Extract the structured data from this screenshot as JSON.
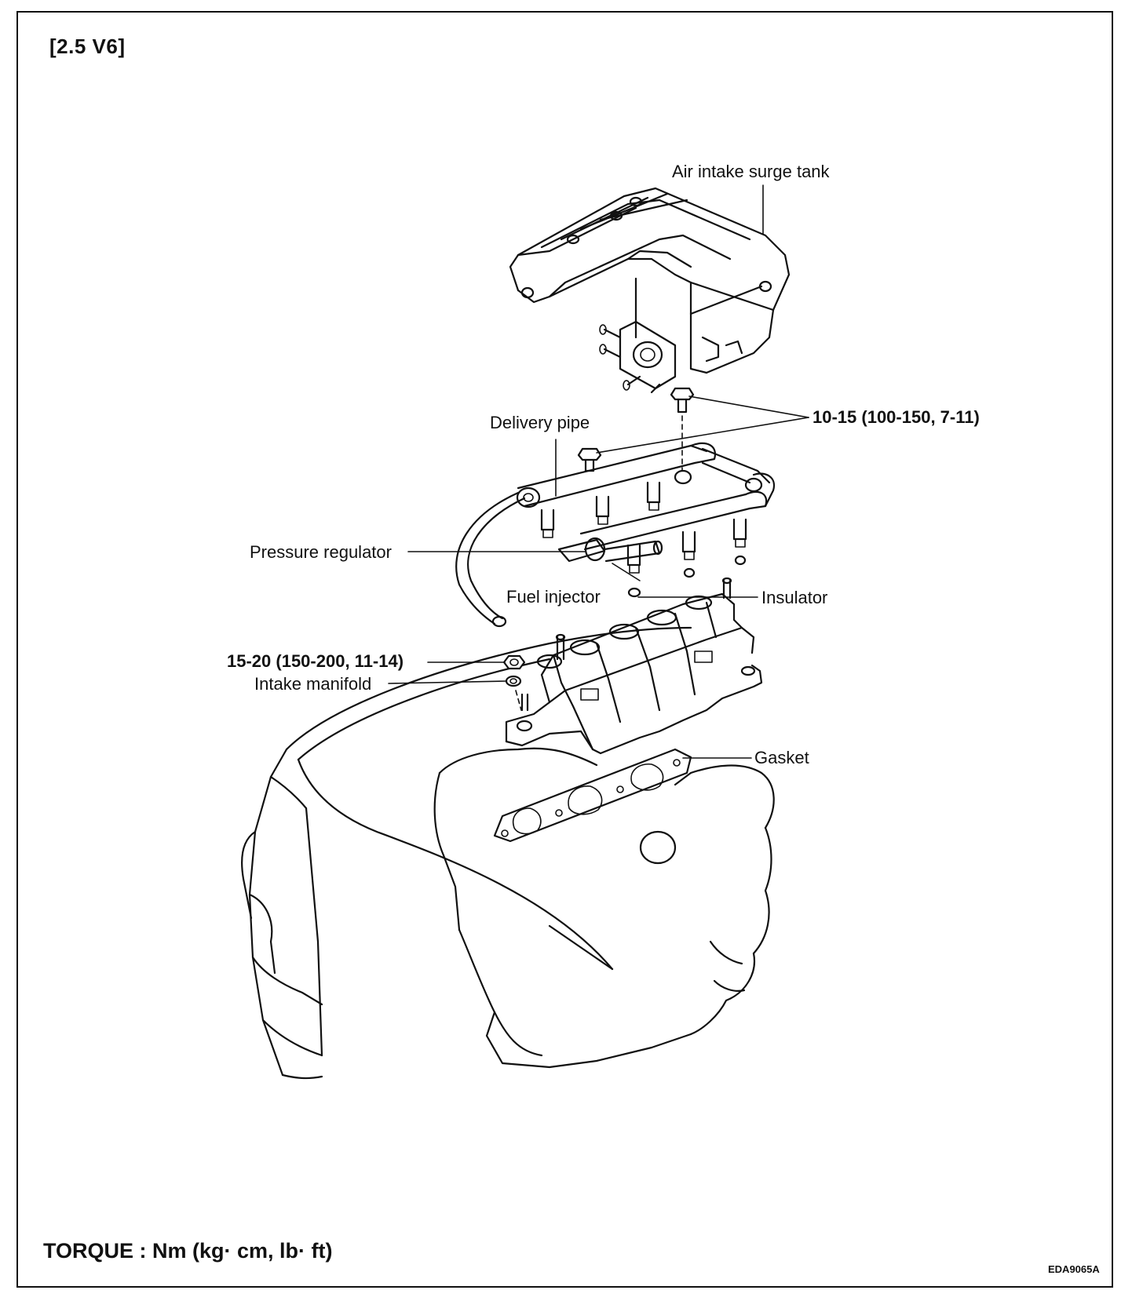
{
  "heading": "[2.5 V6]",
  "labels": {
    "air_intake_surge_tank": "Air intake surge tank",
    "delivery_pipe": "Delivery pipe",
    "torque_upper": "10-15 (100-150, 7-11)",
    "pressure_regulator": "Pressure regulator",
    "fuel_injector": "Fuel injector",
    "insulator": "Insulator",
    "torque_lower": "15-20 (150-200, 11-14)",
    "intake_manifold": "Intake manifold",
    "gasket": "Gasket"
  },
  "footer": {
    "torque_units": "TORQUE : Nm (kg· cm, lb· ft)",
    "figure_code": "EDA9065A"
  }
}
